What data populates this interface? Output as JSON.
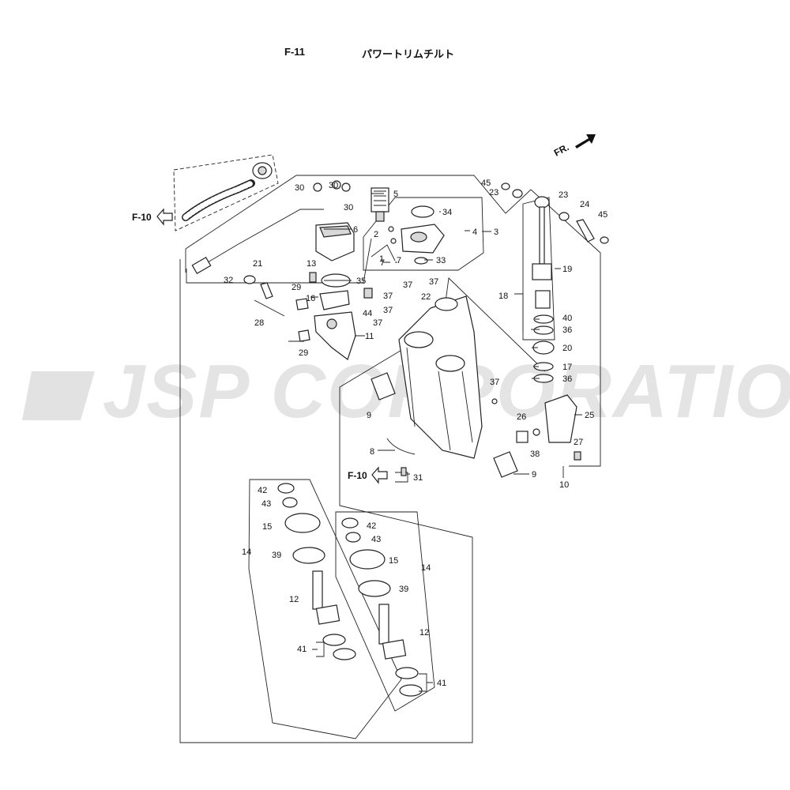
{
  "header": {
    "figure_code": "F-11",
    "title": "パワートリムチルト"
  },
  "watermark": "JSP CORPORATION",
  "front_indicator": "FR.",
  "references": [
    {
      "id": "ref-top",
      "label": "F-10"
    },
    {
      "id": "ref-bottom",
      "label": "F-10"
    }
  ],
  "labels": {
    "l1": "1",
    "l2": "2",
    "l3": "3",
    "l4": "4",
    "l5": "5",
    "l6": "6",
    "l7a": "7",
    "l7b": "7",
    "l8": "8",
    "l9a": "9",
    "l9b": "9",
    "l10": "10",
    "l11": "11",
    "l12a": "12",
    "l12b": "12",
    "l13": "13",
    "l14a": "14",
    "l14b": "14",
    "l15a": "15",
    "l15b": "15",
    "l16": "16",
    "l17": "17",
    "l18": "18",
    "l19": "19",
    "l20": "20",
    "l21": "21",
    "l22": "22",
    "l23a": "23",
    "l23b": "23",
    "l24": "24",
    "l25": "25",
    "l26": "26",
    "l27": "27",
    "l28": "28",
    "l29a": "29",
    "l29b": "29",
    "l30a": "30",
    "l30b": "30",
    "l30c": "30",
    "l31": "31",
    "l32": "32",
    "l33": "33",
    "l34": "34",
    "l35": "35",
    "l36a": "36",
    "l36b": "36",
    "l37a": "37",
    "l37b": "37",
    "l37c": "37",
    "l37d": "37",
    "l37e": "37",
    "l37f": "37",
    "l38": "38",
    "l39a": "39",
    "l39b": "39",
    "l40": "40",
    "l41a": "41",
    "l41b": "41",
    "l42a": "42",
    "l42b": "42",
    "l43a": "43",
    "l43b": "43",
    "l44": "44",
    "l45a": "45",
    "l45b": "45"
  }
}
